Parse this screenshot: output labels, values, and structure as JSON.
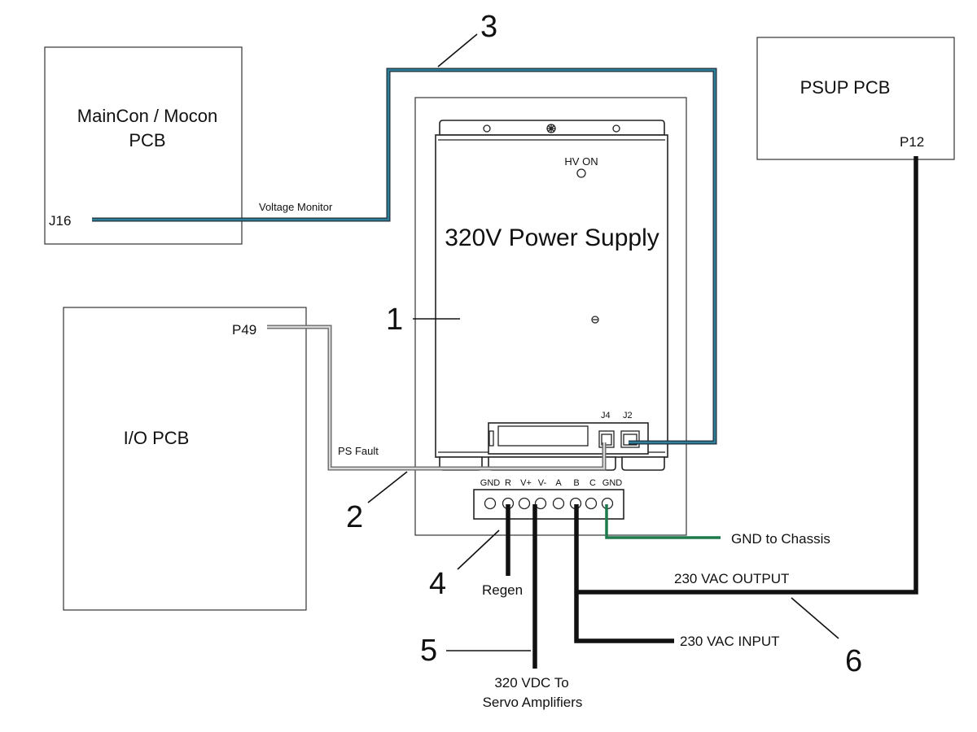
{
  "boards": {
    "maincon": {
      "line1": "MainCon / Mocon",
      "line2": "PCB",
      "connector": "J16"
    },
    "io": {
      "title": "I/O PCB",
      "connector": "P49"
    },
    "psup": {
      "title": "PSUP PCB",
      "connector": "P12"
    }
  },
  "power_supply": {
    "title": "320V Power Supply",
    "hv_on": "HV ON",
    "connector_j4": "J4",
    "connector_j2": "J2"
  },
  "terminals": {
    "labels": [
      "GND",
      "R",
      "V+",
      "V-",
      "A",
      "B",
      "C",
      "GND"
    ]
  },
  "wires": {
    "voltage_monitor": "Voltage Monitor",
    "ps_fault": "PS Fault",
    "gnd_chassis": "GND to Chassis",
    "vac_output": "230 VAC OUTPUT",
    "vac_input": "230 VAC INPUT",
    "regen": "Regen",
    "vdc_line1": "320 VDC To",
    "vdc_line2": "Servo Amplifiers"
  },
  "callouts": [
    "1",
    "2",
    "3",
    "4",
    "5",
    "6"
  ],
  "colors": {
    "blue_wire": "#2e7f9a",
    "grey_wire": "#6a6a6a",
    "green_wire": "#1e7a4c",
    "black_wire": "#111111"
  }
}
